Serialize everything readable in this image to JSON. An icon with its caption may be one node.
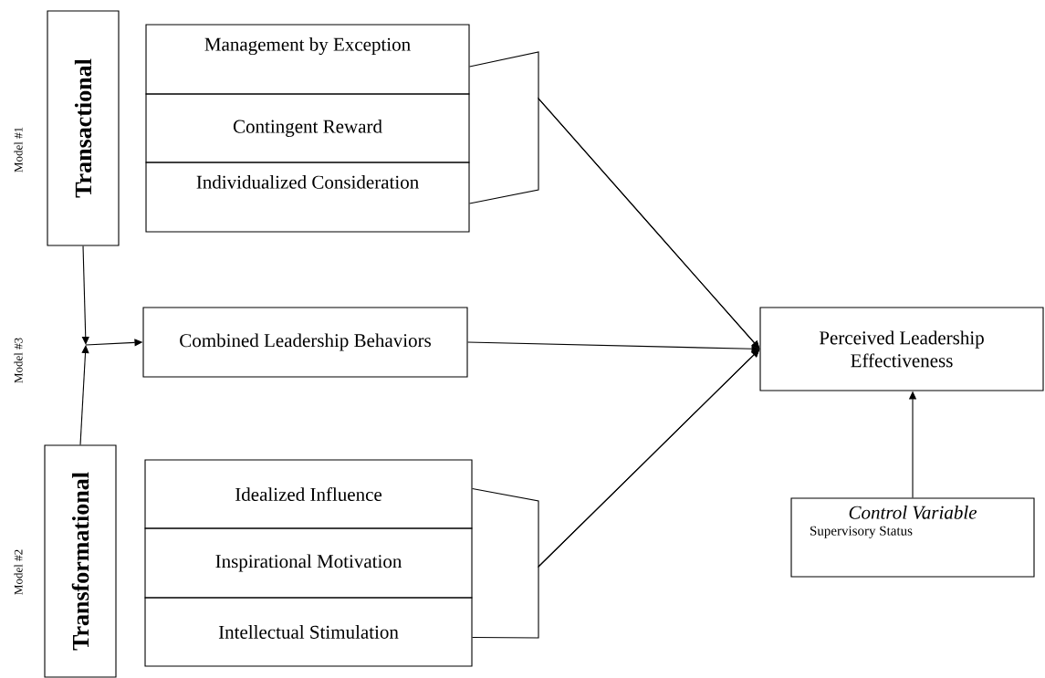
{
  "diagram": {
    "nodes": [
      {
        "text": [
          "Transactional"
        ]
      },
      {
        "text": [
          "Management by Exception"
        ]
      },
      {
        "text": [
          "Contingent Reward"
        ]
      },
      {
        "text": [
          "Individualized Consideration"
        ]
      },
      {
        "text": [
          "Combined Leadership Behaviors"
        ]
      },
      {
        "text": [
          "Perceived Leadership Effectiveness"
        ]
      },
      {
        "text": [
          "Control Variable",
          "Supervisory Status"
        ]
      },
      {
        "text": [
          "Transformational"
        ]
      },
      {
        "text": [
          "Idealized Influence"
        ]
      },
      {
        "text": [
          "Inspirational Motivation"
        ]
      },
      {
        "text": [
          "Intellectual Stimulation"
        ]
      }
    ],
    "edges": [
      {
        "from": 0,
        "to": null,
        "arrow": "to"
      },
      {
        "from": 7,
        "to": null,
        "arrow": "to"
      },
      {
        "from": null,
        "to": 4,
        "arrow": "to"
      },
      {
        "from": 1,
        "to": 5,
        "arrow": "to"
      },
      {
        "from": 3,
        "to": 5,
        "arrow": "to"
      },
      {
        "from": 4,
        "to": 5,
        "arrow": "to"
      },
      {
        "from": 8,
        "to": 5,
        "arrow": "to"
      },
      {
        "from": 10,
        "to": 5,
        "arrow": "to"
      },
      {
        "from": 6,
        "to": 5,
        "arrow": "to"
      }
    ],
    "labels": [
      "Model #1",
      "Model #3",
      "Model #2"
    ]
  }
}
